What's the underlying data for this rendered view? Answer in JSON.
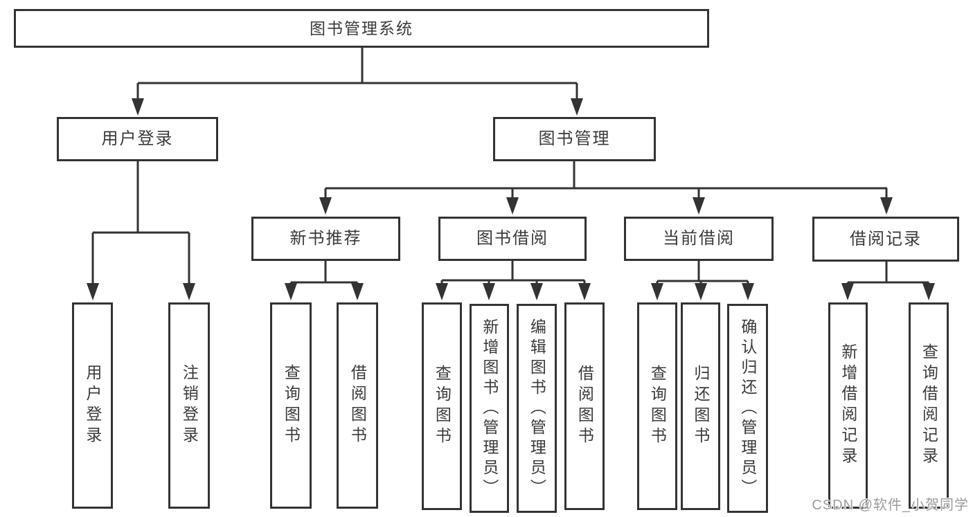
{
  "diagram": {
    "type": "tree",
    "title": "图书管理系统"
  },
  "nodes": {
    "root": "图书管理系统",
    "login_branch": "用户登录",
    "book_mgmt": "图书管理",
    "new_book": "新书推荐",
    "book_borrow": "图书借阅",
    "current_borrow": "当前借阅",
    "borrow_records": "借阅记录",
    "user_login": "用户登录",
    "logout": "注销登录",
    "nb_query": "查询图书",
    "nb_borrow": "借阅图书",
    "bb_query": "查询图书",
    "bb_add": "新增图书（管理员）",
    "bb_edit": "编辑图书（管理员）",
    "bb_borrow": "借阅图书",
    "cb_query": "查询图书",
    "cb_return": "归还图书",
    "cb_confirm": "确认归还（管理员）",
    "br_add": "新增借阅记录",
    "br_query": "查询借阅记录"
  },
  "watermark": "CSDN @软件_小贺同学",
  "colors": {
    "line": "#333333",
    "box_border": "#333333",
    "text": "#3a3a3a",
    "watermark": "#9c9c9c",
    "background": "#ffffff"
  }
}
